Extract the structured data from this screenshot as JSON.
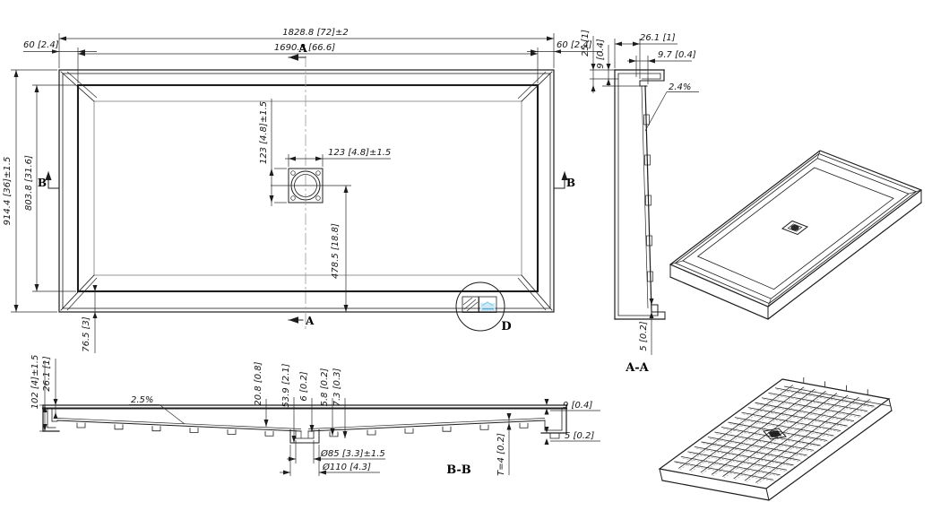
{
  "plan": {
    "dim_overall_width": "1828.8 [72]±2",
    "dim_inner_width": "1690.8 [66.6]",
    "dim_flange_left": "60 [2.4]",
    "dim_flange_right": "60 [2.4]",
    "dim_overall_depth": "914.4 [36]±1.5",
    "dim_inner_depth": "803.8 [31.6]",
    "dim_bottom_band": "76.5 [3]",
    "dim_drain_width": "123 [4.8]±1.5",
    "dim_drain_height": "123 [4.8]±1.5",
    "dim_drain_offset": "478.5 [18.8]",
    "marker_a_top": "A",
    "marker_a_bottom": "A",
    "marker_b_left": "B",
    "marker_b_right": "B",
    "marker_detail": "D"
  },
  "section_aa": {
    "label": "A-A",
    "dim_wall_top": "26.1 [1]",
    "dim_rim": "9.7 [0.4]",
    "slope": "2.4%",
    "dim_h1": "25 [1]",
    "dim_h2": "9 [0.4]",
    "dim_bottom_gap": "5 [0.2]"
  },
  "section_bb": {
    "label": "B-B",
    "dim_height": "102 [4]±1.5",
    "dim_flange": "26.1 [1]",
    "slope": "2.5%",
    "dim_v1": "20.8 [0.8]",
    "dim_v2": "53.9 [2.1]",
    "dim_v3": "6 [0.2]",
    "dim_v4": "5.8 [0.2]",
    "dim_v5": "7.3 [0.3]",
    "dim_drain_inner": "Ø85 [3.3]±1.5",
    "dim_drain_outer": "Ø110 [4.3]",
    "dim_rim_right": "9 [0.4]",
    "dim_foot_right": "5 [0.2]",
    "dim_thickness": "T=4 [0.2]"
  },
  "colors": {
    "line": "#1c1c1c",
    "logo_accent": "#79c6e8"
  }
}
